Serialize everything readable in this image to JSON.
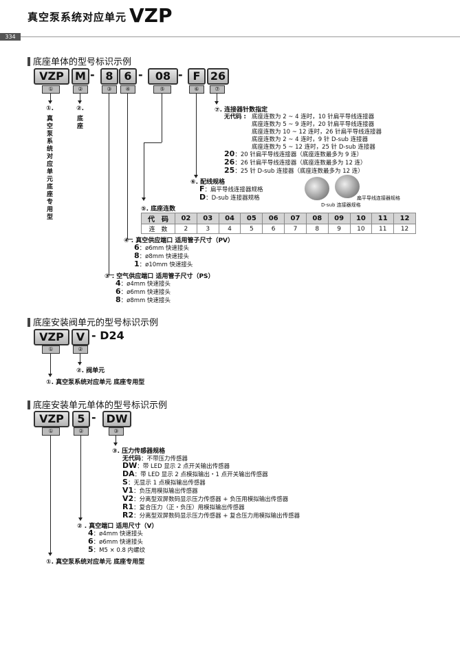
{
  "header": {
    "title": "真空泵系统对应单元",
    "model": "VZP",
    "page_number": "334"
  },
  "sec1": {
    "title": "底座单体的型号标识示例",
    "codes": [
      "VZP",
      "M",
      "8",
      "6",
      "08",
      "F",
      "26"
    ],
    "dashes": [
      "-",
      "-",
      "-"
    ],
    "nums": [
      "①",
      "②",
      "③",
      "④",
      "⑤",
      "⑥",
      "⑦"
    ],
    "n1": {
      "num": "①.",
      "text": "真空泵系统对应单元 底座专用型"
    },
    "n2": {
      "num": "②.",
      "text": "底座"
    },
    "n7": {
      "title": "⑦. 连接器针数指定",
      "nocode_label": "无代码 :",
      "nocode_lines": [
        "底座连数为 2 ~ 4 连时，10 针扁平导线连接器",
        "底座连数为 5 ~ 9 连时，20 针扁平导线连接器",
        "底座连数为 10 ~ 12 连时，26 针扁平导线连接器",
        "底座连数为 2 ~ 4 连时，9 针 D-sub 连接器",
        "底座连数为 5 ~ 12 连时，25 针 D-sub 连接器"
      ],
      "items": [
        {
          "code": "20",
          "text": "：20 针扁平导线连接器（底座连数最多为 9 连）"
        },
        {
          "code": "26",
          "text": "：26 针扁平导线连接器（底座连数最多为 12 连）"
        },
        {
          "code": "25",
          "text": "：25 针 D-sub 连接器（底座连数最多为 12 连）"
        }
      ]
    },
    "n6": {
      "title": "⑥. 配线规格",
      "items": [
        {
          "code": "F",
          "text": "：扁平导线连接器规格"
        },
        {
          "code": "D",
          "text": "：D-sub 连接器规格"
        }
      ],
      "img_flat": "扁平导线连接器规格",
      "img_dsub": "D-sub 连接器规格"
    },
    "n5": {
      "title": "⑤. 底座连数",
      "head_label": "代　码",
      "row_label": "连　数",
      "codes": [
        "02",
        "03",
        "04",
        "05",
        "06",
        "07",
        "08",
        "09",
        "10",
        "11",
        "12"
      ],
      "counts": [
        "2",
        "3",
        "4",
        "5",
        "6",
        "7",
        "8",
        "9",
        "10",
        "11",
        "12"
      ]
    },
    "n4": {
      "title": "④ . 真空供应端口  适用管子尺寸（PV）",
      "items": [
        {
          "code": "6",
          "text": "：ø6mm 快速接头"
        },
        {
          "code": "8",
          "text": "：ø8mm 快速接头"
        },
        {
          "code": "1",
          "text": "：ø10mm 快速接头"
        }
      ]
    },
    "n3": {
      "title": "③ . 空气供应端口  适用管子尺寸（PS）",
      "items": [
        {
          "code": "4",
          "text": "：ø4mm 快速接头"
        },
        {
          "code": "6",
          "text": "：ø6mm 快速接头"
        },
        {
          "code": "8",
          "text": "：ø8mm 快速接头"
        }
      ]
    }
  },
  "sec2": {
    "title": "底座安装阀单元的型号标识示例",
    "codes": [
      "VZP",
      "V"
    ],
    "suffix": "- D24",
    "nums": [
      "①",
      "②"
    ],
    "n2": "②. 阀单元",
    "n1": "①. 真空泵系统对应单元 底座专用型"
  },
  "sec3": {
    "title": "底座安装单元单体的型号标识示例",
    "codes": [
      "VZP",
      "5",
      "DW"
    ],
    "dash": "-",
    "nums": [
      "①",
      "②",
      "③"
    ],
    "n3": {
      "title": "③. 压力传感器规格",
      "items": [
        {
          "code": "无代码",
          "text": "：不带压力传感器"
        },
        {
          "code": "DW",
          "text": "：带 LED 显示 2 点开关输出传感器"
        },
        {
          "code": "DA",
          "text": "：带 LED 显示 2 点模拟输出・1 点开关输出传感器"
        },
        {
          "code": "S",
          "text": "：无显示 1 点模拟输出传感器"
        },
        {
          "code": "V1",
          "text": "：负压用模拟输出传感器"
        },
        {
          "code": "V2",
          "text": "：分离型双屏数码显示压力传感器 + 负压用模拟输出传感器"
        },
        {
          "code": "R1",
          "text": "：复合压力（正・负压）用模拟输出传感器"
        },
        {
          "code": "R2",
          "text": "：分离型双屏数码显示压力传感器 + 复合压力用模拟输出传感器"
        }
      ]
    },
    "n2": {
      "title": "② . 真空端口  适用尺寸（V）",
      "items": [
        {
          "code": "4",
          "text": "：ø4mm 快速接头"
        },
        {
          "code": "6",
          "text": "：ø6mm 快速接头"
        },
        {
          "code": "5",
          "text": "：M5 × 0.8 内螺纹"
        }
      ]
    },
    "n1": "①. 真空泵系统对应单元 底座专用型"
  }
}
